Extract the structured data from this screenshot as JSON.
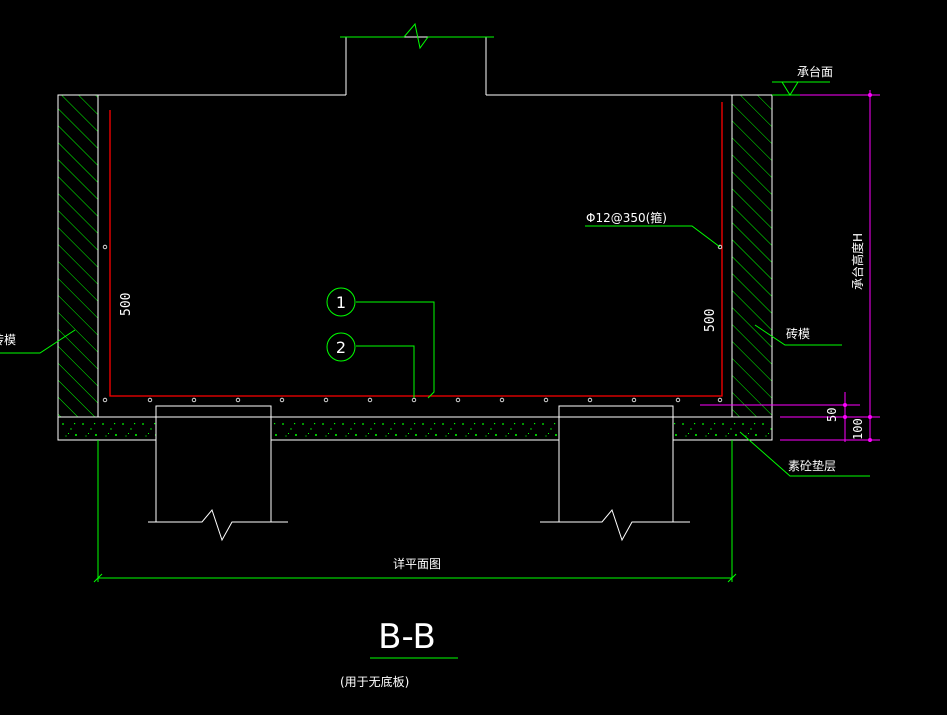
{
  "colors": {
    "background": "#000000",
    "outline": "#ffffff",
    "dimension": "#00ff00",
    "rebar": "#ff0000",
    "height_dim": "#ff00ff",
    "text": "#ffffff"
  },
  "labels": {
    "cap_top": "承台面",
    "rebar_spec": "Φ12@350(箍)",
    "brick_mold_left": "砖模",
    "brick_mold_right": "砖模",
    "cushion": "素砼垫层",
    "cap_height": "承台高度H",
    "plan_ref": "详平面图",
    "section_title": "B-B",
    "section_note": "(用于无底板)"
  },
  "dimensions": {
    "left_wall_height": "500",
    "right_wall_height": "500",
    "dim_50": "50",
    "dim_100": "100"
  },
  "callouts": [
    {
      "number": "1"
    },
    {
      "number": "2"
    }
  ]
}
